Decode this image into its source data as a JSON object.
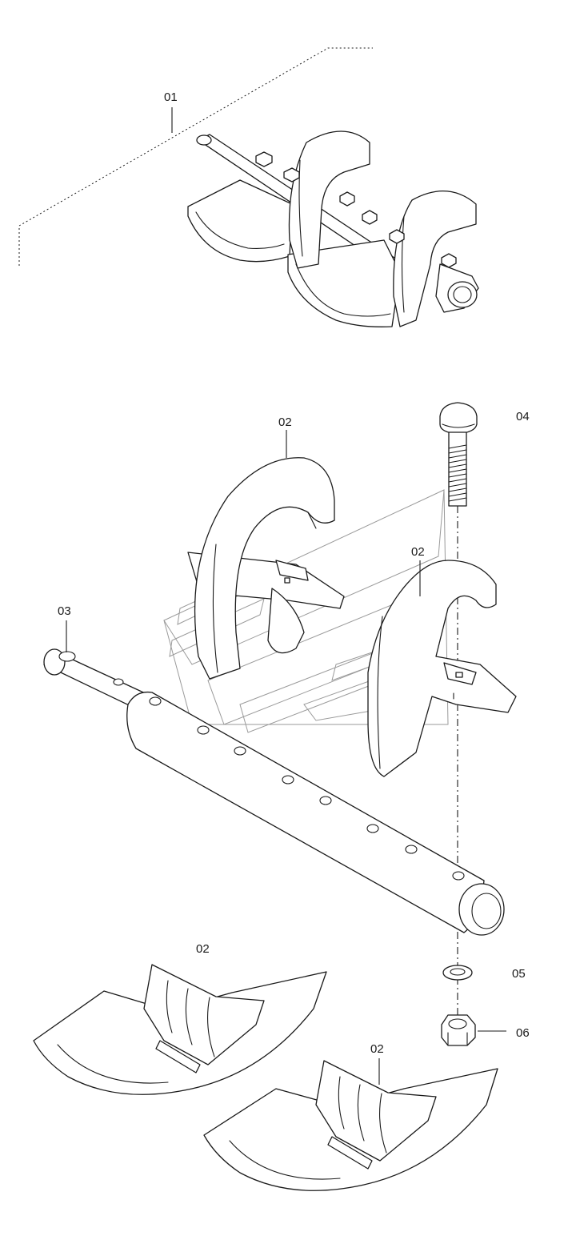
{
  "diagram": {
    "labels": {
      "assembly": "01",
      "arm_upper": "02",
      "arm_right": "02",
      "shaft": "03",
      "bolt": "04",
      "pad_left": "02",
      "washer": "05",
      "nut": "06",
      "pad_right": "02"
    }
  }
}
